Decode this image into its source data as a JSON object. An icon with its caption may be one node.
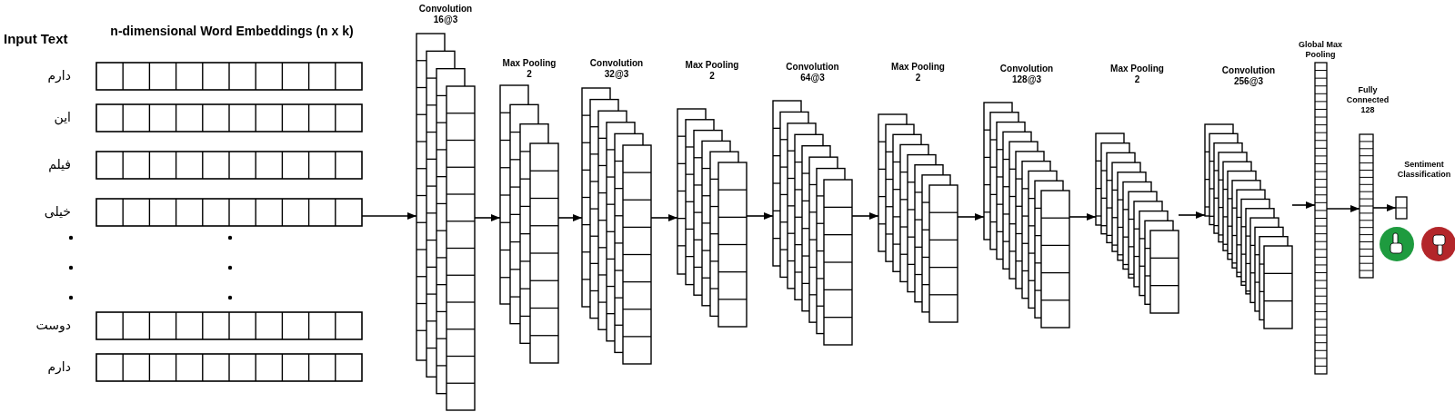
{
  "diagram": {
    "nodes": [
      {
        "text": [
          "n-dimensional Word Embeddings (n x k)"
        ]
      },
      {
        "text": [
          "Convolution 16@3"
        ]
      },
      {
        "text": [
          "Max Pooling 2"
        ]
      },
      {
        "text": [
          "Convolution 32@3"
        ]
      },
      {
        "text": [
          "Max Pooling 2"
        ]
      },
      {
        "text": [
          "Convolution 64@3"
        ]
      },
      {
        "text": [
          "Max Pooling 2"
        ]
      },
      {
        "text": [
          "Convolution 128@3"
        ]
      },
      {
        "text": [
          "Max Pooling 2"
        ]
      },
      {
        "text": [
          "Convolution 256@3"
        ]
      },
      {
        "text": [
          "Global Max Pooling"
        ]
      },
      {
        "text": [
          "Fully Connected 128"
        ]
      },
      {
        "text": [
          "Sentiment Classification"
        ]
      }
    ],
    "edges": [
      {
        "from": 0,
        "to": 1,
        "arrow": "to"
      },
      {
        "from": 1,
        "to": 2,
        "arrow": "to"
      },
      {
        "from": 2,
        "to": 3,
        "arrow": "to"
      },
      {
        "from": 3,
        "to": 4,
        "arrow": "to"
      },
      {
        "from": 4,
        "to": 5,
        "arrow": "to"
      },
      {
        "from": 5,
        "to": 6,
        "arrow": "to"
      },
      {
        "from": 6,
        "to": 7,
        "arrow": "to"
      },
      {
        "from": 7,
        "to": 8,
        "arrow": "to"
      },
      {
        "from": 8,
        "to": 9,
        "arrow": "to"
      },
      {
        "from": 9,
        "to": 10,
        "arrow": "to"
      },
      {
        "from": 10,
        "to": 11,
        "arrow": "to"
      },
      {
        "from": 11,
        "to": 12,
        "arrow": "to"
      }
    ],
    "labels": [
      "Input Text",
      "دارم",
      "این",
      "فیلم",
      "خیلی",
      "دوست",
      "دارم"
    ]
  }
}
